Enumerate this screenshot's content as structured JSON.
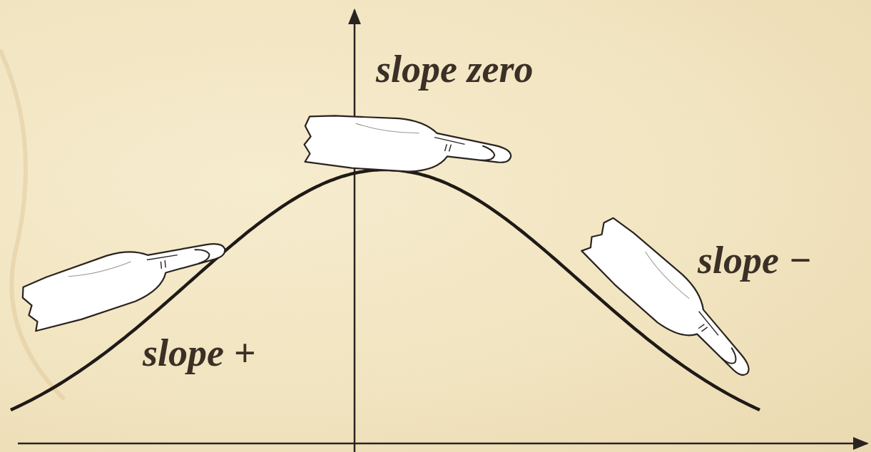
{
  "diagram": {
    "labels": [
      "slope zero",
      "slope −",
      "slope +"
    ]
  }
}
